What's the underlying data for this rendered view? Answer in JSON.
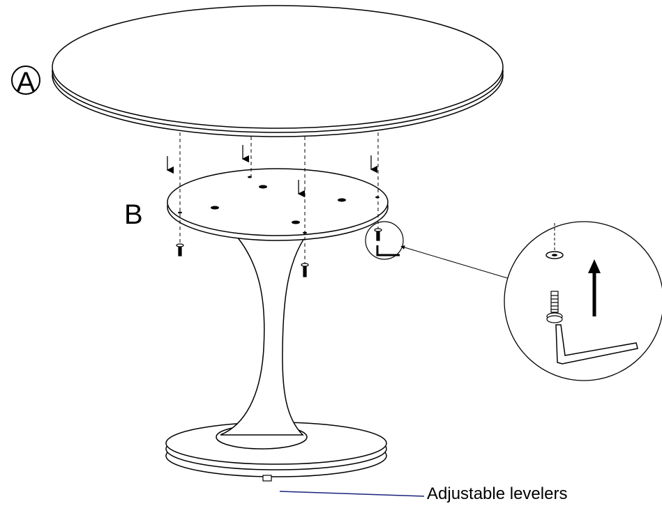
{
  "labels": {
    "part_a": "A",
    "part_b": "B",
    "levelers": "Adjustable levelers"
  },
  "colors": {
    "line": "#000000",
    "leader_line": "#1a237e",
    "fill": "#ffffff"
  },
  "icons": [
    "down-arrow-icon",
    "up-arrow-icon",
    "screw-icon",
    "washer-icon",
    "allen-key-icon"
  ]
}
